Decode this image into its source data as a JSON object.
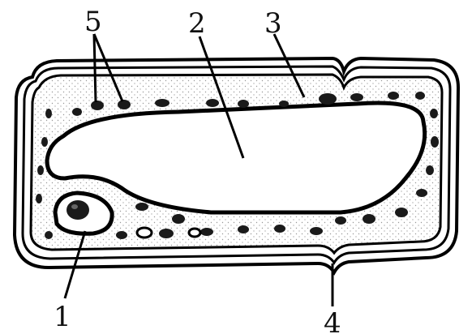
{
  "labels": {
    "l1": "1",
    "l2": "2",
    "l3": "3",
    "l4": "4",
    "l5": "5"
  }
}
